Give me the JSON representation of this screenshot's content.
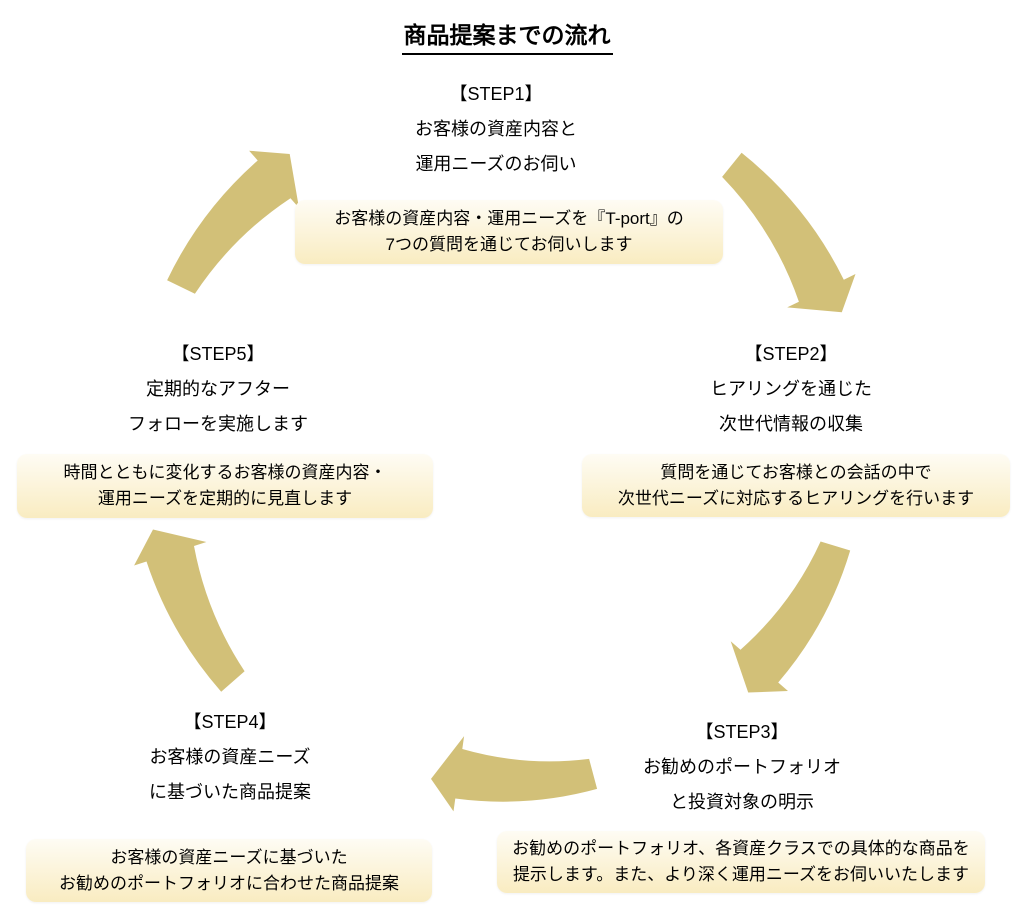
{
  "title": "商品提案までの流れ",
  "colors": {
    "arrow": "#D2C078",
    "note_box_top": "#FEFCF4",
    "note_box_bottom": "#F9ECC1",
    "text": "#000000"
  },
  "steps": [
    {
      "heading_lines": [
        "【STEP1】",
        "お客様の資産内容と",
        "運用ニーズのお伺い"
      ],
      "note_lines": [
        "お客様の資産内容・運用ニーズを『T-port』の",
        "7つの質問を通じてお伺いします"
      ]
    },
    {
      "heading_lines": [
        "【STEP2】",
        "ヒアリングを通じた",
        "次世代情報の収集"
      ],
      "note_lines": [
        "質問を通じてお客様との会話の中で",
        "次世代ニーズに対応するヒアリングを行います"
      ]
    },
    {
      "heading_lines": [
        "【STEP3】",
        "お勧めのポートフォリオ",
        "と投資対象の明示"
      ],
      "note_lines": [
        "お勧めのポートフォリオ、各資産クラスでの具体的な商品を",
        "提示します。また、より深く運用ニーズをお伺いいたします"
      ]
    },
    {
      "heading_lines": [
        "【STEP4】",
        "お客様の資産ニーズ",
        "に基づいた商品提案"
      ],
      "note_lines": [
        "お客様の資産ニーズに基づいた",
        "お勧めのポートフォリオに合わせた商品提案"
      ]
    },
    {
      "heading_lines": [
        "【STEP5】",
        "定期的なアフター",
        "フォローを実施します"
      ],
      "note_lines": [
        "時間とともに変化するお客様の資産内容・",
        "運用ニーズを定期的に見直します"
      ]
    }
  ],
  "arrows": [
    "arrow-step1-to-step2",
    "arrow-step2-to-step3",
    "arrow-step3-to-step4",
    "arrow-step4-to-step5",
    "arrow-step5-to-step1"
  ]
}
